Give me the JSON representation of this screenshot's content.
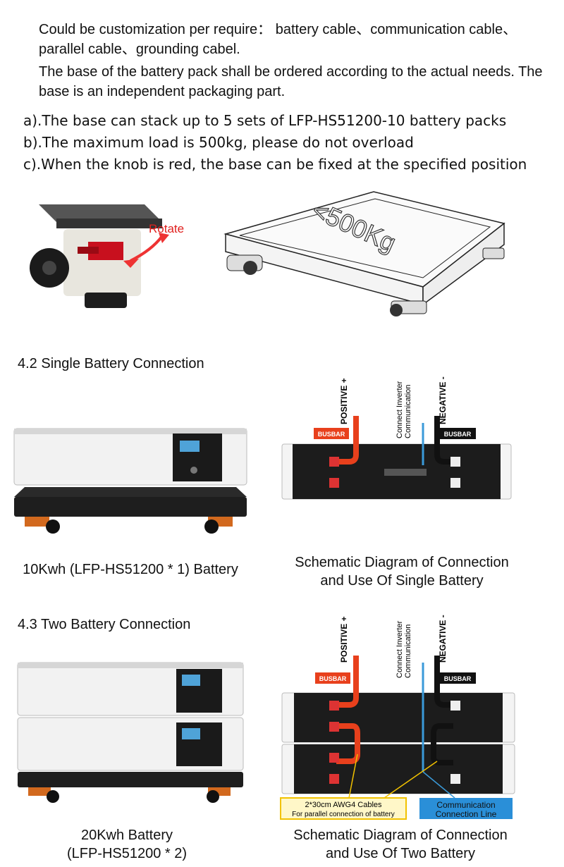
{
  "intro": {
    "customization": "Could be customization per require： battery cable、communication cable、parallel cable、grounding cabel.",
    "base_note": "The base of the battery pack shall be ordered according to the actual needs. The base is an independent packaging part."
  },
  "base_features": [
    "a).The base can stack up to 5 sets of LFP-HS51200-10 battery packs",
    "b).The maximum load is 500kg, please do not overload",
    "c).When the knob is red, the base can be fixed at the specified position"
  ],
  "caster_label": "Rotate",
  "base_plate_label": "<500Kg",
  "sections": {
    "single": {
      "heading": "4.2 Single Battery Connection",
      "product_caption": "10Kwh (LFP-HS51200 * 1) Battery",
      "diagram_caption_line1": "Schematic Diagram of Connection",
      "diagram_caption_line2": "and Use Of Single Battery"
    },
    "two": {
      "heading": "4.3 Two Battery Connection",
      "product_caption_line1": "20Kwh Battery",
      "product_caption_line2": "(LFP-HS51200 * 2)",
      "diagram_caption_line1": "Schematic Diagram of Connection",
      "diagram_caption_line2": "and Use Of Two Battery"
    }
  },
  "diagram_labels": {
    "positive": "POSITIVE +",
    "negative": "NEGATIVE -",
    "comm_line1": "Connect Inverter",
    "comm_line2": "Communication",
    "busbar": "BUSBAR",
    "cables_line1": "2*30cm AWG4 Cables",
    "cables_line2": "For parallel connection of battery",
    "comm_conn_line1": "Communication",
    "comm_conn_line2": "Connection Line"
  },
  "colors": {
    "positive_cable": "#e8401c",
    "negative_cable": "#111111",
    "comm_cable": "#3a9ad9",
    "busbar_pos": "#e8401c",
    "busbar_neg": "#111111",
    "cables_label_border": "#f2c200",
    "comm_label_bg": "#2a8fd8"
  }
}
